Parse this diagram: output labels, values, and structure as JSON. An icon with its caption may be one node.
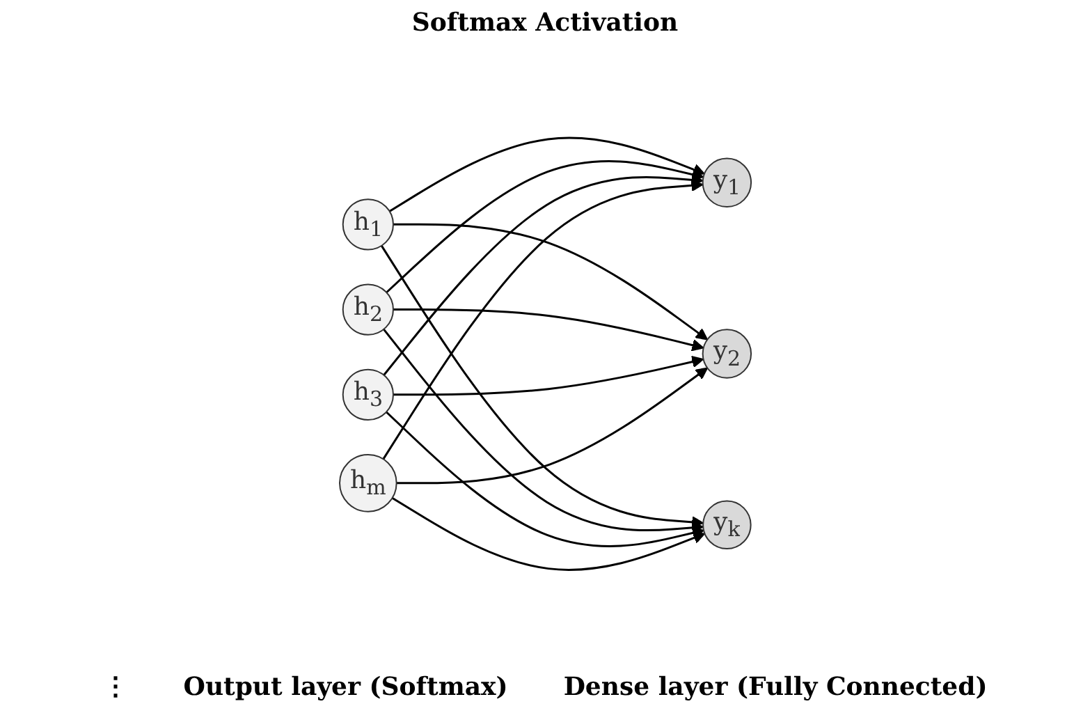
{
  "diagram": {
    "nodes": [
      {
        "text": [
          "h$_{1}$"
        ]
      },
      {
        "text": [
          "h$_{2}$"
        ]
      },
      {
        "text": [
          "h$_{3}$"
        ]
      },
      {
        "text": [
          "h$_{m}$"
        ]
      },
      {
        "text": [
          "y$_{1}$"
        ]
      },
      {
        "text": [
          "y$_{2}$"
        ]
      },
      {
        "text": [
          "y$_{k}$"
        ]
      }
    ],
    "edges": [
      {
        "from": 0,
        "to": 4,
        "arrow": "to"
      },
      {
        "from": 0,
        "to": 5,
        "arrow": "to"
      },
      {
        "from": 0,
        "to": 6,
        "arrow": "to"
      },
      {
        "from": 1,
        "to": 4,
        "arrow": "to"
      },
      {
        "from": 1,
        "to": 5,
        "arrow": "to"
      },
      {
        "from": 1,
        "to": 6,
        "arrow": "to"
      },
      {
        "from": 2,
        "to": 4,
        "arrow": "to"
      },
      {
        "from": 2,
        "to": 5,
        "arrow": "to"
      },
      {
        "from": 2,
        "to": 6,
        "arrow": "to"
      },
      {
        "from": 3,
        "to": 4,
        "arrow": "to"
      },
      {
        "from": 3,
        "to": 5,
        "arrow": "to"
      },
      {
        "from": 3,
        "to": 6,
        "arrow": "to"
      }
    ],
    "labels": [
      "Softmax Activation",
      "⋮",
      "Output layer (Softmax)",
      "Dense layer (Fully Connected)"
    ]
  }
}
